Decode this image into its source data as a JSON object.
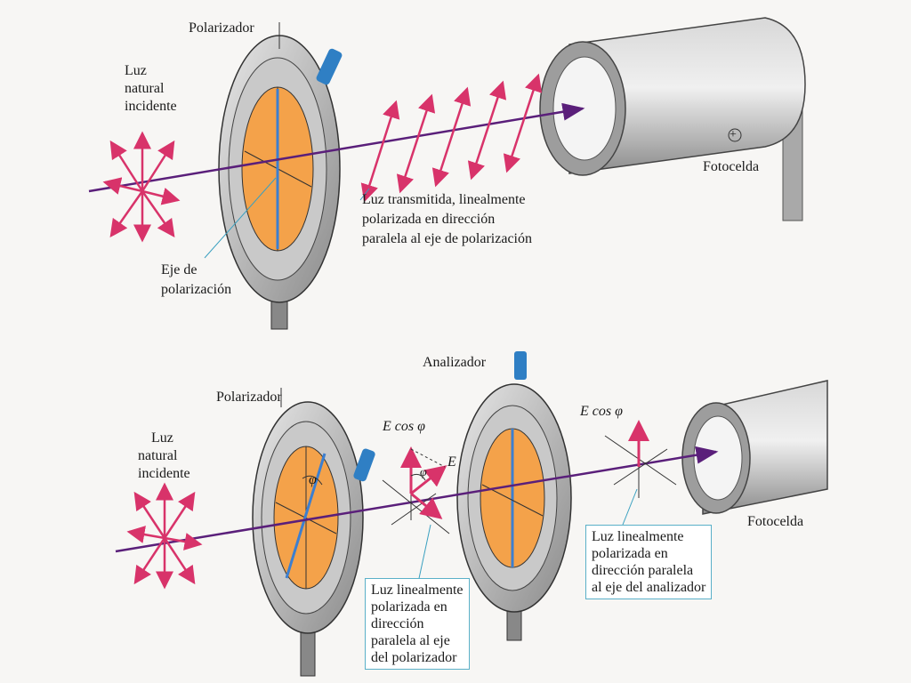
{
  "top": {
    "polarizer_label": "Polarizador",
    "incident_light_label": [
      "Luz",
      "natural",
      "incidente"
    ],
    "transmitted_label": [
      "Luz transmitida, linealmente",
      "polarizada en dirección",
      "paralela al eje de polarización"
    ],
    "axis_label": [
      "Eje de",
      "polarización"
    ],
    "photocell_label": "Fotocelda"
  },
  "bottom": {
    "polarizer_label": "Polarizador",
    "analyzer_label": "Analizador",
    "incident_light_label": [
      "Luz",
      "natural",
      "incidente"
    ],
    "photocell_label": "Fotocelda",
    "e_cos_phi_mid": "E cos φ",
    "e_cos_phi_right": "E cos φ",
    "phi_symbol": "φ",
    "e_vector_symbol": "E",
    "after_polarizer_label": [
      "Luz linealmente",
      "polarizada en",
      "dirección",
      "paralela al eje",
      "del polarizador"
    ],
    "after_analyzer_label": [
      "Luz linealmente",
      "polarizada en",
      "dirección paralela",
      "al eje del analizador"
    ]
  },
  "photocell_sign": "+",
  "colors": {
    "beam": "#5a1f7a",
    "arrows": "#d8336a",
    "disk_orange": "#f4a24a",
    "axis_blue": "#3c7fd0",
    "frame_gray": "#9a9a9a",
    "handle_blue": "#2f7fc4",
    "callout_border": "#5ab0c8"
  }
}
